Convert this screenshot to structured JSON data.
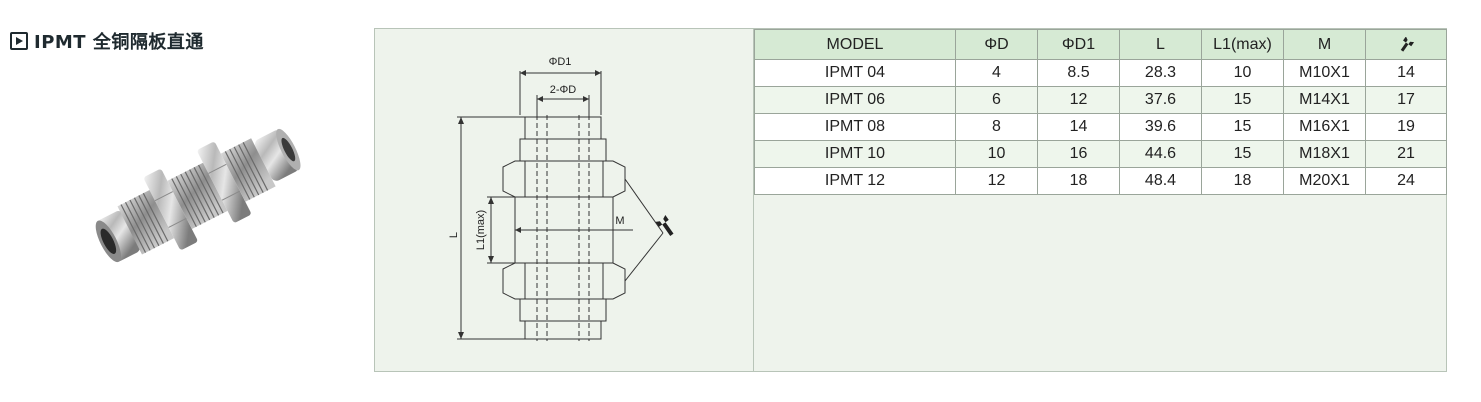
{
  "title": "IPMT 全铜隔板直通",
  "icons": {
    "title_marker": "play-box-icon",
    "wrench_header": "wrench-icon",
    "wrench_drawing": "wrench-icon"
  },
  "colors": {
    "header_bg": "#d6ead4",
    "panel_bg": "#eef3ec",
    "row_alt_bg": "#eef6ec",
    "border": "#9aa59a"
  },
  "drawing": {
    "label_D1": "ΦD1",
    "label_2D": "2-ΦD",
    "label_L": "L",
    "label_L1": "L1(max)",
    "label_M": "M"
  },
  "table": {
    "headers": [
      "MODEL",
      "ΦD",
      "ΦD1",
      "L",
      "L1(max)",
      "M"
    ],
    "rows": [
      [
        "IPMT 04",
        "4",
        "8.5",
        "28.3",
        "10",
        "M10X1",
        "14"
      ],
      [
        "IPMT 06",
        "6",
        "12",
        "37.6",
        "15",
        "M14X1",
        "17"
      ],
      [
        "IPMT 08",
        "8",
        "14",
        "39.6",
        "15",
        "M16X1",
        "19"
      ],
      [
        "IPMT 10",
        "10",
        "16",
        "44.6",
        "15",
        "M18X1",
        "21"
      ],
      [
        "IPMT 12",
        "12",
        "18",
        "48.4",
        "18",
        "M20X1",
        "24"
      ]
    ]
  }
}
